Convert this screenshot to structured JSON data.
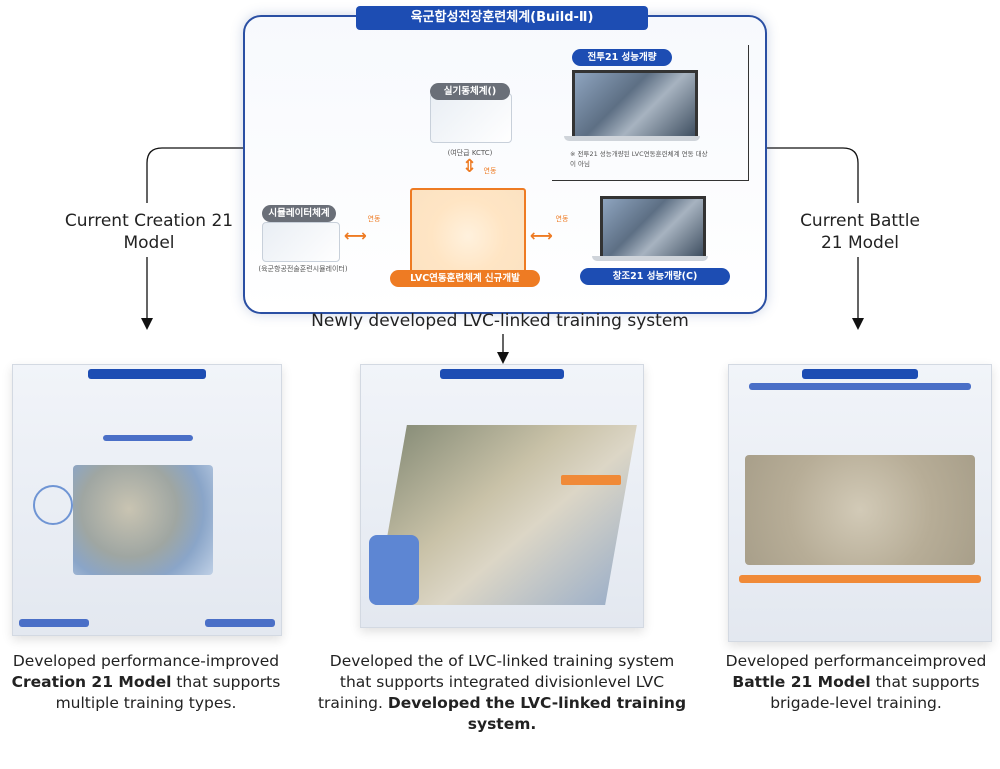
{
  "top_diagram": {
    "banner": "육군합성전장훈련체계(Build-Ⅱ)",
    "top_node_pill": "실기동체계()",
    "top_node_caption": "(여단급 KCTC)",
    "left_node_pill": "시뮬레이터체계",
    "left_node_caption": "(육군항공전술훈련시뮬레이터)",
    "right_top_pill": "전투21 성능개량",
    "right_top_note": "※ 전투21 성능개량된 LVC연동훈련체계 연동 대상이 아님",
    "right_bottom_pill": "창조21 성능개량(C)",
    "center_pill": "LVC연동훈련체계 신규개발",
    "link_label_left": "연동",
    "link_label_right": "연동",
    "link_label_up": "연동"
  },
  "left_label": "Current Creation 21\nModel",
  "right_label": "Current Battle\n21 Model",
  "center_label": "Newly developed LVC-linked training system",
  "captions": {
    "left": {
      "pre": "Developed performance-improved",
      "bold": "Creation 21 Model",
      "post": "that supports multiple training types."
    },
    "center": {
      "pre": "Developed the of LVC-linked training system that supports integrated divisionlevel LVC training.",
      "bold": "Developed the LVC-linked training system."
    },
    "right": {
      "pre": "Developed performanceimproved",
      "bold": "Battle 21 Model",
      "post": "that supports brigade-level training."
    }
  },
  "colors": {
    "accent_blue": "#1d4db3",
    "accent_orange": "#ee7b23"
  }
}
